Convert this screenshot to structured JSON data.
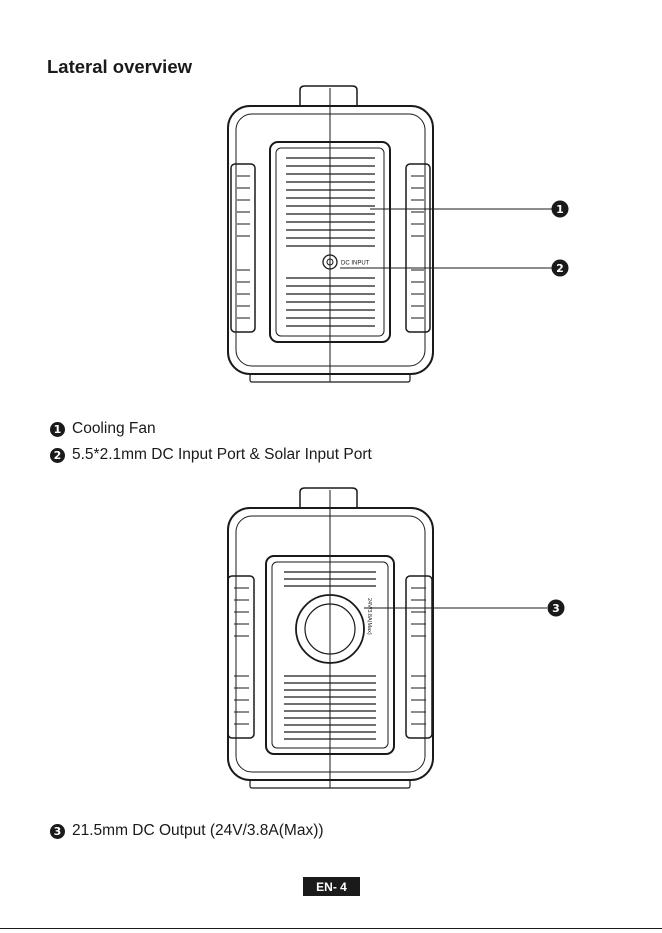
{
  "header": {
    "title": "Lateral overview"
  },
  "figure1": {
    "port_label": "DC INPUT",
    "callouts": [
      "1",
      "2"
    ]
  },
  "figure2": {
    "port_label": "24V/3.8A(Max)",
    "callouts": [
      "3"
    ]
  },
  "captions": [
    {
      "num": "1",
      "text": "Cooling Fan"
    },
    {
      "num": "2",
      "text": "5.5*2.1mm DC Input Port & Solar Input Port"
    },
    {
      "num": "3",
      "text": "21.5mm DC Output (24V/3.8A(Max))"
    }
  ],
  "footer": {
    "page": "EN- 4"
  }
}
